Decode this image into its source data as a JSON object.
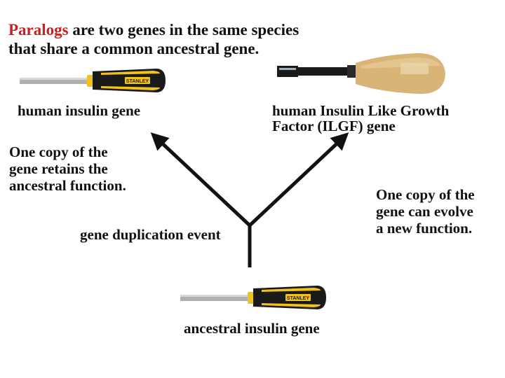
{
  "title": {
    "highlight": "Paralogs",
    "line1_rest": " are two genes in the same species",
    "line2": "that share a common ancestral gene."
  },
  "labels": {
    "left_gene": "human insulin gene",
    "right_gene": "human Insulin Like Growth Factor (ILGF) gene",
    "right_gene_line1": "human Insulin Like Growth",
    "right_gene_line2": "Factor (ILGF) gene",
    "ancestral_gene": "ancestral insulin gene",
    "event": "gene duplication event",
    "left_note_line1": "One copy of the",
    "left_note_line2": "gene retains the",
    "left_note_line3": "ancestral function.",
    "right_note_line1": "One copy of the",
    "right_note_line2": "gene can evolve",
    "right_note_line3": "a new function."
  },
  "tool_brand": "STANLEY",
  "colors": {
    "highlight": "#cc1f1f",
    "text": "#111111",
    "arrow": "#111111",
    "handle_black": "#1a1a1a",
    "handle_yellow": "#f2c21a",
    "blade": "#b0b0b0",
    "wood": "#d9b477"
  }
}
